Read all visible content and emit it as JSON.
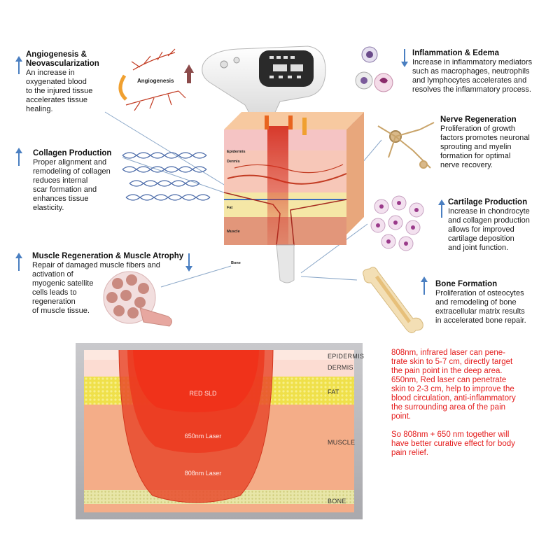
{
  "sections": {
    "angiogenesis": {
      "title_line1": "Angiogenesis &",
      "title_line2": "Neovascularization",
      "description": [
        "An increase in",
        "oxygenated blood",
        "to the injured tissue",
        "accelerates tissue",
        "healing."
      ],
      "direction": "up"
    },
    "collagen": {
      "title": "Collagen Production",
      "description": [
        "Proper alignment and",
        "remodeling of collagen",
        "reduces internal",
        "scar formation and",
        "enhances tissue",
        "elasticity."
      ],
      "direction": "up"
    },
    "muscle": {
      "title": "Muscle Regeneration & Muscle Atrophy",
      "description": [
        "Repair of damaged muscle fibers and",
        "activation of",
        "myogenic satellite",
        "cells leads to",
        "regeneration",
        "of muscle tissue."
      ],
      "direction": "up-down"
    },
    "inflammation": {
      "title": "Inflammation & Edema",
      "description": [
        "Increase in inflammatory mediators",
        "such as macrophages, neutrophils",
        "and lymphocytes accelerates and",
        "resolves the inflammatory process."
      ],
      "direction": "down"
    },
    "nerve": {
      "title": "Nerve Regeneration",
      "description": [
        "Proliferation of growth",
        "factors promotes neuronal",
        "sprouting and myelin",
        "formation for optimal",
        "nerve recovery."
      ]
    },
    "cartilage": {
      "title": "Cartilage Production",
      "description": [
        "Increase in chondrocyte",
        "and collagen production",
        "allows for improved",
        "cartilage deposition",
        "and joint function."
      ],
      "direction": "up"
    },
    "bone": {
      "title": "Bone Formation",
      "description": [
        "Proliferation of osteocytes",
        "and remodeling of bone",
        "extracellular matrix results",
        "in accelerated bone repair."
      ],
      "direction": "up"
    }
  },
  "illustration": {
    "angiogenesis_label": "Angiogenesis",
    "skin_layers": [
      "Epidermis",
      "Dermis",
      "Fat",
      "Muscle",
      "Bone"
    ]
  },
  "penetration": {
    "layers": [
      "EPIDERMIS",
      "DERMIS",
      "FAT",
      "MUSCLE",
      "BONE"
    ],
    "zones": [
      "RED SLD",
      "650nm Laser",
      "808nm Laser"
    ]
  },
  "explanation": {
    "paragraph1": [
      "808nm, infrared laser can pene-",
      "trate skin to 5-7 cm, directly target",
      "the pain point in the deep area.",
      "650nm, Red laser can penetrate",
      "skin to 2-3 cm, help to improve the",
      "blood circulation, anti-inflammatory",
      "the surrounding area of the pain",
      "point."
    ],
    "paragraph2": [
      "So 808nm + 650 nm together will",
      "have better curative effect for body",
      "pain relief."
    ]
  },
  "colors": {
    "arrow_blue": "#4a7fc1",
    "red_text": "#e41c1c",
    "fat_yellow": "#f0e04a",
    "muscle_peach": "#f4b08a",
    "laser_red": "#e8351e"
  }
}
